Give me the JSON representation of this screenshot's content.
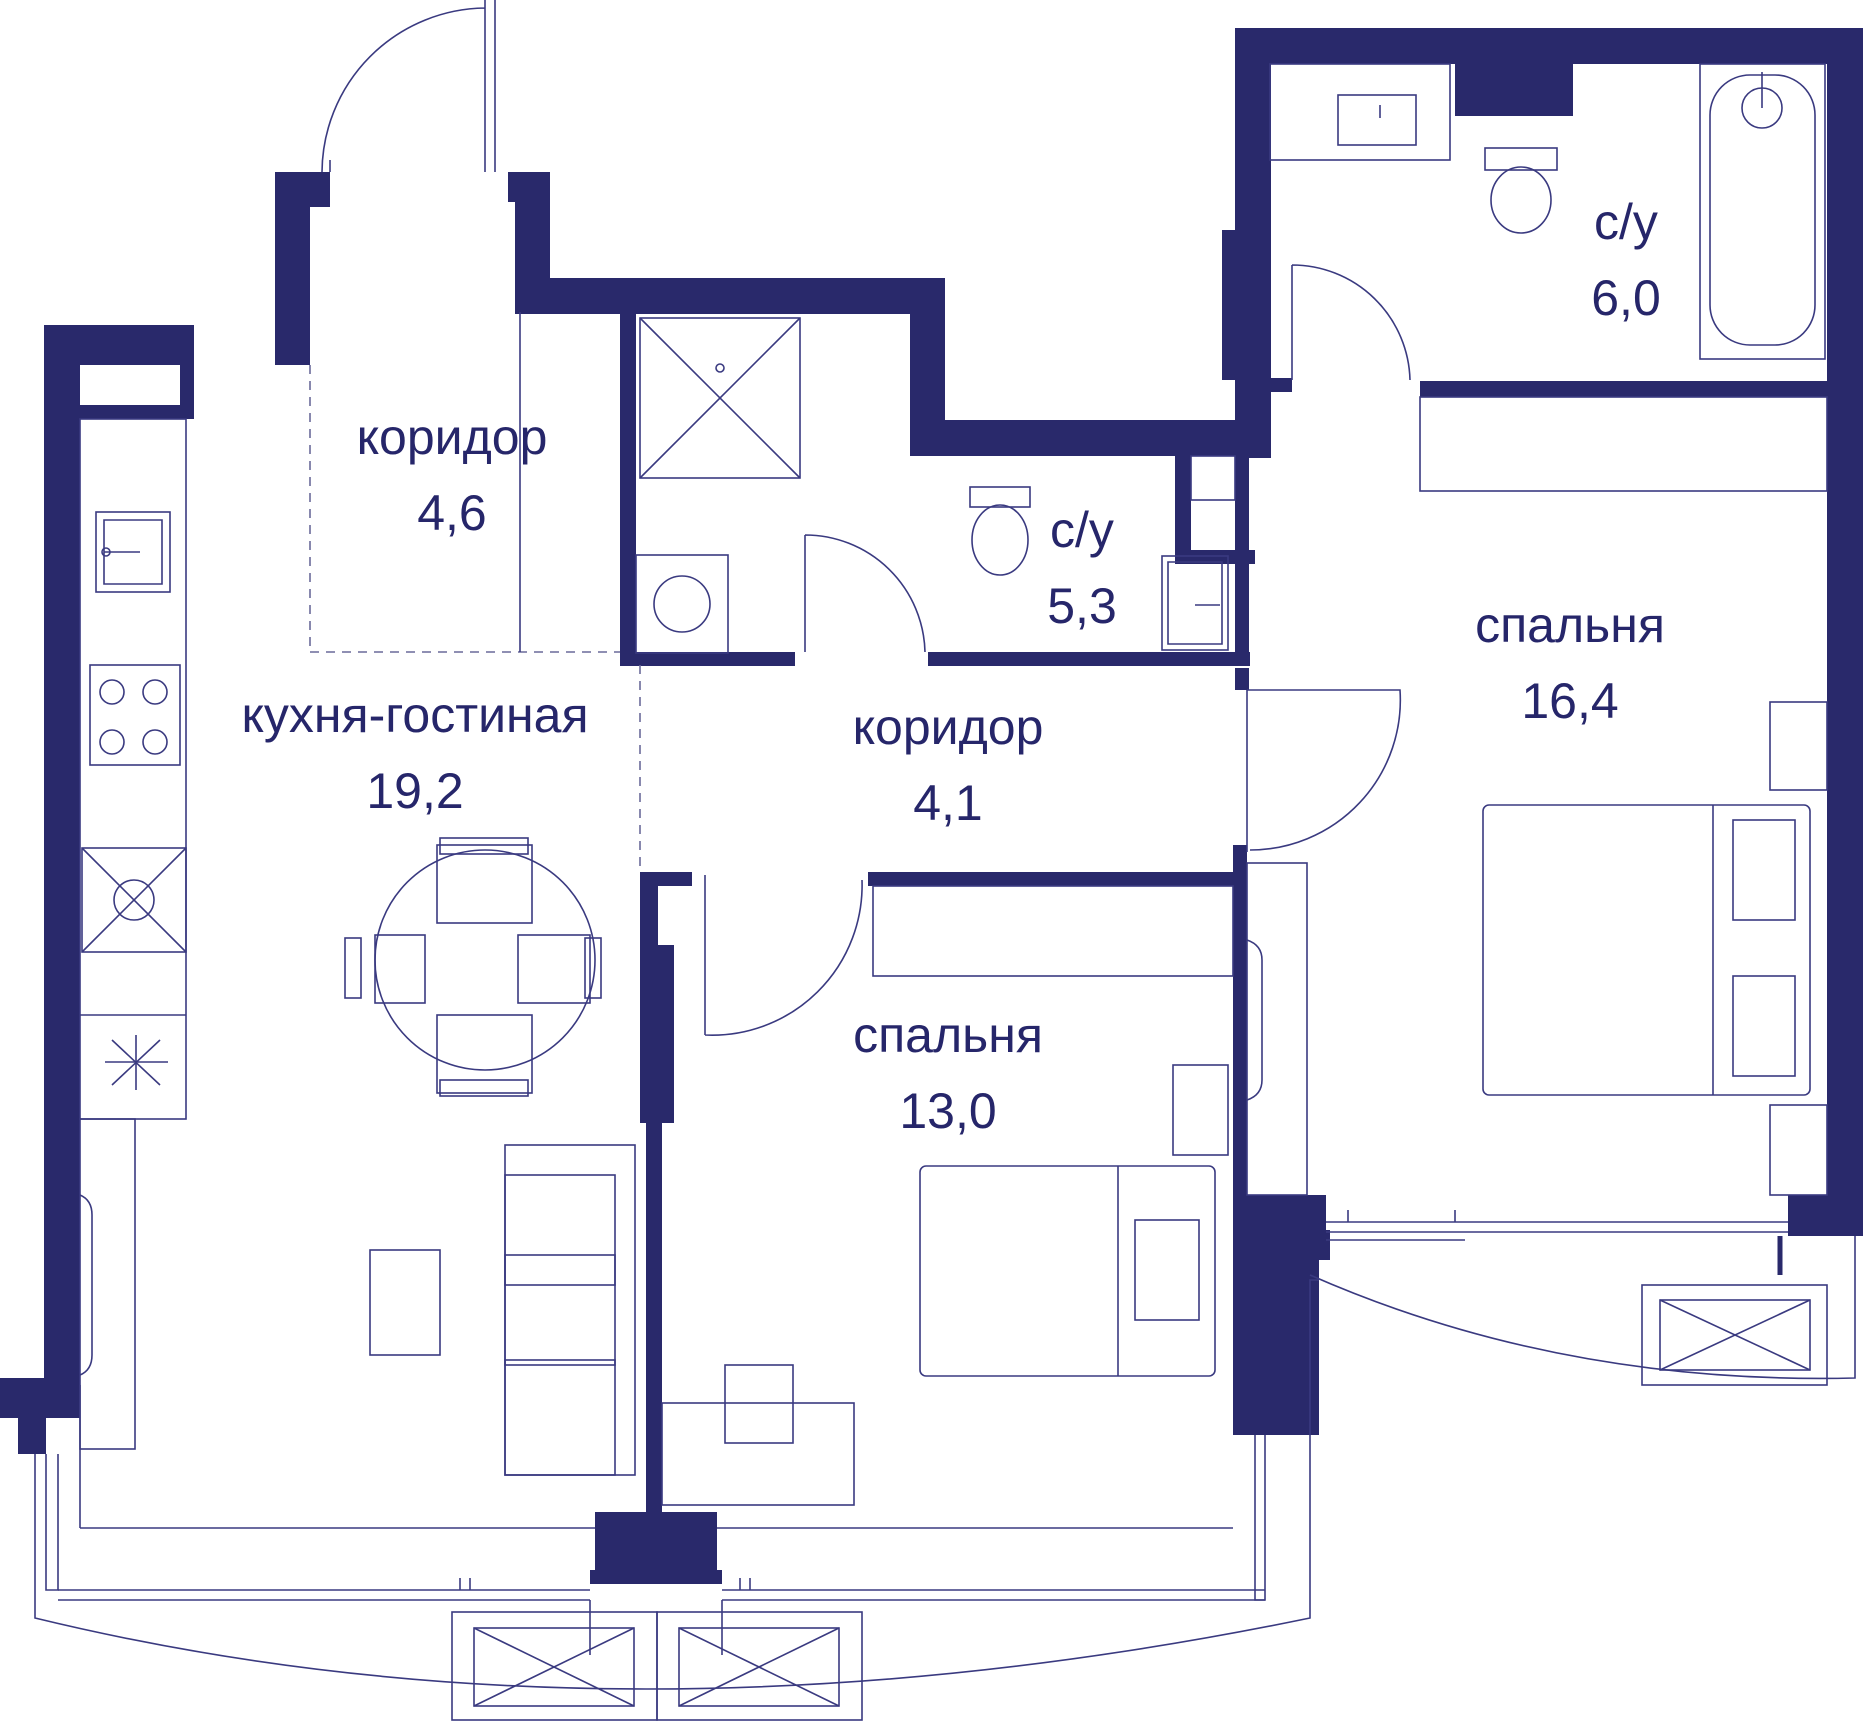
{
  "colors": {
    "wall": "#29296b",
    "line": "#3a3a80",
    "text": "#26266a",
    "background": "#ffffff"
  },
  "icons": [
    "sink-icon",
    "stove-icon",
    "toilet-icon",
    "shower-icon",
    "bathtub-icon",
    "washing-machine-icon",
    "bed-icon",
    "sofa-icon",
    "dining-table-icon",
    "door-swing-icon",
    "window-icon",
    "ac-unit-icon"
  ],
  "rooms": {
    "corridor_entry": {
      "name": "коридор",
      "area": "4,6"
    },
    "kitchen_living": {
      "name": "кухня-гостиная",
      "area": "19,2"
    },
    "bathroom_small": {
      "name": "с/у",
      "area": "5,3"
    },
    "corridor_hall": {
      "name": "коридор",
      "area": "4,1"
    },
    "bathroom_main": {
      "name": "с/у",
      "area": "6,0"
    },
    "bedroom_large": {
      "name": "спальня",
      "area": "16,4"
    },
    "bedroom_small": {
      "name": "спальня",
      "area": "13,0"
    }
  }
}
